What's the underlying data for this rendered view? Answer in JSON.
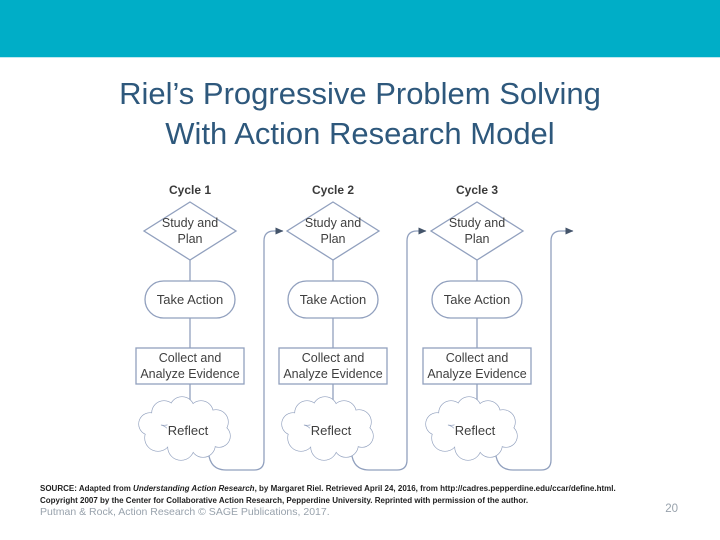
{
  "slide": {
    "title_line1": "Riel’s Progressive Problem Solving",
    "title_line2": "With Action Research Model"
  },
  "colors": {
    "banner_teal": "#00AEC7",
    "title_blue": "#2E587C",
    "shape_stroke": "#91A0BE",
    "arrowhead": "#44546A",
    "node_text": "#3f3f3f",
    "muted_gray": "#98a2ac"
  },
  "diagram": {
    "cycles": [
      {
        "label": "Cycle 1",
        "study_line1": "Study and",
        "study_line2": "Plan",
        "take_action": "Take Action",
        "collect_line1": "Collect and",
        "collect_line2": "Analyze Evidence",
        "reflect": "Reflect"
      },
      {
        "label": "Cycle 2",
        "study_line1": "Study and",
        "study_line2": "Plan",
        "take_action": "Take Action",
        "collect_line1": "Collect and",
        "collect_line2": "Analyze Evidence",
        "reflect": "Reflect"
      },
      {
        "label": "Cycle 3",
        "study_line1": "Study and",
        "study_line2": "Plan",
        "take_action": "Take Action",
        "collect_line1": "Collect and",
        "collect_line2": "Analyze Evidence",
        "reflect": "Reflect"
      }
    ]
  },
  "footer": {
    "source_prefix": "SOURCE: Adapted from ",
    "source_title": "Understanding Action Research",
    "source_rest": ", by Margaret Riel. Retrieved April 24, 2016, from http://cadres.pepperdine.edu/ccar/define.html.",
    "copyright_line": "Copyright 2007 by the Center for Collaborative Action Research, Pepperdine University. Reprinted with permission of the author.",
    "credit_line": "Putman & Rock, Action Research © SAGE Publications, 2017.",
    "page_number": "20"
  }
}
